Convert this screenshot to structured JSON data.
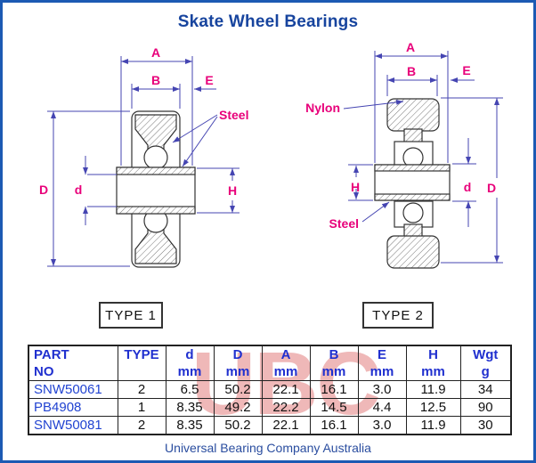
{
  "page": {
    "title": "Skate Wheel Bearings",
    "footer": "Universal Bearing Company Australia",
    "watermark": "UBC"
  },
  "colors": {
    "page_border_blue": "#1c5ab3",
    "title_blue": "#17449e",
    "dimension_line_blue": "#4545b2",
    "label_magenta": "#e8007a",
    "table_header_blue": "#2030cf",
    "part_number_blue": "#2143d1",
    "watermark_pink": "#e27d7d"
  },
  "diagram_type1": {
    "caption": "TYPE 1",
    "dim_A": "A",
    "dim_B": "B",
    "dim_E": "E",
    "dim_D": "D",
    "dim_d": "d",
    "dim_H": "H",
    "material_steel": "Steel"
  },
  "diagram_type2": {
    "caption": "TYPE 2",
    "dim_A": "A",
    "dim_B": "B",
    "dim_E": "E",
    "dim_D": "D",
    "dim_d": "d",
    "dim_H": "H",
    "material_nylon": "Nylon",
    "material_steel": "Steel"
  },
  "table": {
    "columns": [
      {
        "label": "PART",
        "unit": "NO"
      },
      {
        "label": "TYPE",
        "unit": ""
      },
      {
        "label": "d",
        "unit": "mm"
      },
      {
        "label": "D",
        "unit": "mm"
      },
      {
        "label": "A",
        "unit": "mm"
      },
      {
        "label": "B",
        "unit": "mm"
      },
      {
        "label": "E",
        "unit": "mm"
      },
      {
        "label": "H",
        "unit": "mm"
      },
      {
        "label": "Wgt",
        "unit": "g"
      }
    ],
    "rows": [
      {
        "part": "SNW50061",
        "type": "2",
        "d": "6.5",
        "D": "50.2",
        "A": "22.1",
        "B": "16.1",
        "E": "3.0",
        "H": "11.9",
        "wgt": "34"
      },
      {
        "part": "PB4908",
        "type": "1",
        "d": "8.35",
        "D": "49.2",
        "A": "22.2",
        "B": "14.5",
        "E": "4.4",
        "H": "12.5",
        "wgt": "90"
      },
      {
        "part": "SNW50081",
        "type": "2",
        "d": "8.35",
        "D": "50.2",
        "A": "22.1",
        "B": "16.1",
        "E": "3.0",
        "H": "11.9",
        "wgt": "30"
      }
    ]
  }
}
